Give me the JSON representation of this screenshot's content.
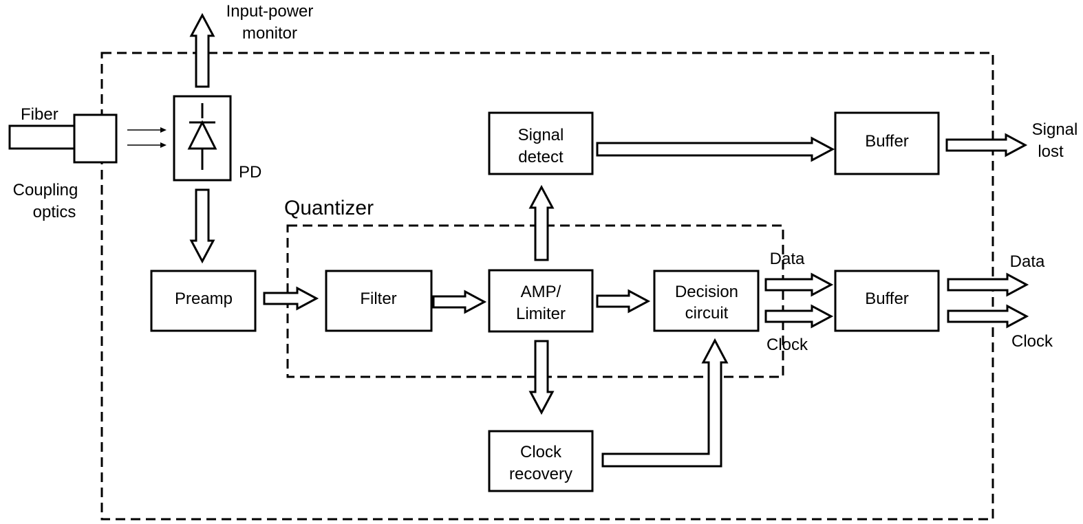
{
  "diagram": {
    "labels": {
      "input_power_monitor_line1": "Input-power",
      "input_power_monitor_line2": "monitor",
      "fiber": "Fiber",
      "coupling_line1": "Coupling",
      "coupling_line2": "optics",
      "pd": "PD",
      "quantizer": "Quantizer",
      "data_mid": "Data",
      "clock_mid": "Clock",
      "data_out": "Data",
      "clock_out": "Clock",
      "signal_lost_line1": "Signal",
      "signal_lost_line2": "lost"
    },
    "blocks": {
      "signal_detect_line1": "Signal",
      "signal_detect_line2": "detect",
      "buffer_top": "Buffer",
      "preamp": "Preamp",
      "filter": "Filter",
      "amp_line1": "AMP/",
      "amp_line2": "Limiter",
      "decision_line1": "Decision",
      "decision_line2": "circuit",
      "buffer_bottom": "Buffer",
      "clock_recovery_line1": "Clock",
      "clock_recovery_line2": "recovery"
    }
  }
}
